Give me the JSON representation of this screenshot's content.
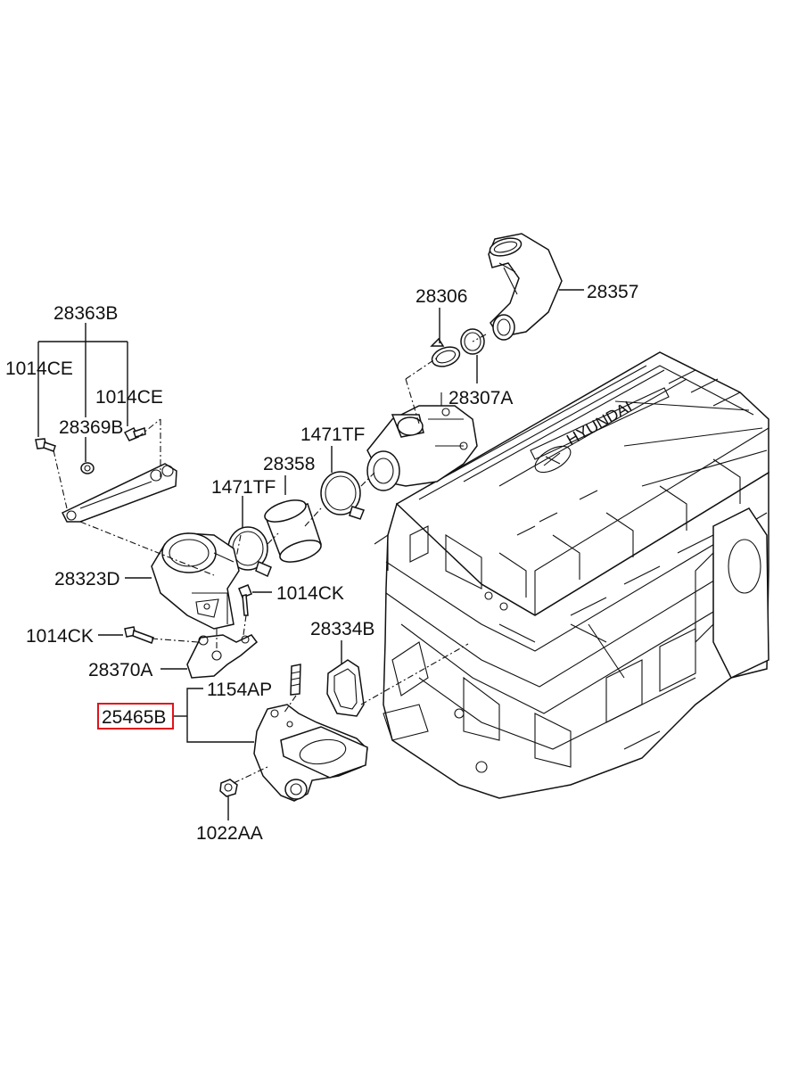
{
  "labels": {
    "l_28363B": "28363B",
    "l_1014CE_a": "1014CE",
    "l_1014CE_b": "1014CE",
    "l_28369B": "28369B",
    "l_28306": "28306",
    "l_28357": "28357",
    "l_28307A": "28307A",
    "l_1471TF_a": "1471TF",
    "l_1471TF_b": "1471TF",
    "l_28358": "28358",
    "l_28323D": "28323D",
    "l_1014CK_a": "1014CK",
    "l_1014CK_b": "1014CK",
    "l_28334B": "28334B",
    "l_28370A": "28370A",
    "l_1154AP": "1154AP",
    "l_25465B": "25465B",
    "l_1022AA": "1022AA"
  },
  "brand_text": "HYUNDAI",
  "highlighted_part": "25465B",
  "colors": {
    "highlight": "#e0141b",
    "line": "#111111",
    "background": "#ffffff"
  }
}
